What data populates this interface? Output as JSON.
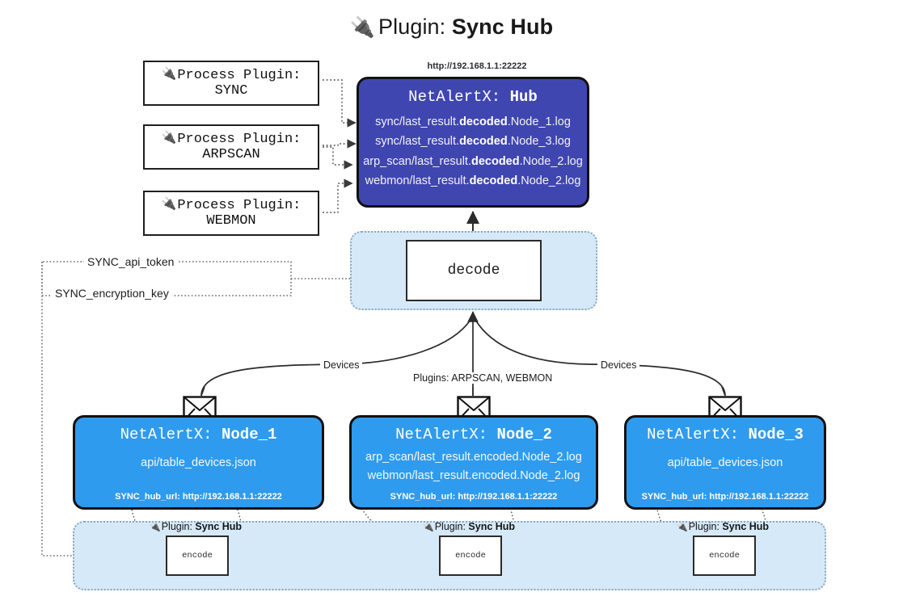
{
  "page": {
    "title_icon": "plug-icon",
    "title_prefix": "Plugin:",
    "title_name": "Sync Hub"
  },
  "colors": {
    "hub_fill": "#4046b0",
    "node_fill": "#2f9bee",
    "zone_fill": "#d6e9f8",
    "zone_border": "#8aa9c0",
    "stroke": "#111111",
    "background": "#ffffff"
  },
  "process_plugins": [
    {
      "icon": "plug-icon",
      "line1": "Process Plugin:",
      "line2": "SYNC"
    },
    {
      "icon": "plug-icon",
      "line1": "Process Plugin:",
      "line2": "ARPSCAN"
    },
    {
      "icon": "plug-icon",
      "line1": "Process Plugin:",
      "line2": "WEBMON"
    }
  ],
  "hub": {
    "url": "http://192.168.1.1:22222",
    "title_prefix": "NetAlertX:",
    "title_name": "Hub",
    "lines": [
      {
        "pre": "sync/last_result.",
        "strong": "decoded",
        "post": ".Node_1.log"
      },
      {
        "pre": "sync/last_result.",
        "strong": "decoded",
        "post": ".Node_3.log"
      },
      {
        "pre": "arp_scan/last_result.",
        "strong": "decoded",
        "post": ".Node_2.log"
      },
      {
        "pre": "webmon/last_result.",
        "strong": "decoded",
        "post": ".Node_2.log"
      }
    ]
  },
  "decode": {
    "label": "decode"
  },
  "secrets": [
    {
      "label": "SYNC_api_token"
    },
    {
      "label": "SYNC_encryption_key"
    }
  ],
  "edge_labels": {
    "devices_left": "Devices",
    "devices_right": "Devices",
    "plugins_center": "Plugins: ARPSCAN, WEBMON"
  },
  "nodes": [
    {
      "icon": "envelope-icon",
      "title_prefix": "NetAlertX:",
      "title_name": "Node_1",
      "lines": [
        "api/table_devices.json"
      ],
      "footer": "SYNC_hub_url: http://192.168.1.1:22222"
    },
    {
      "icon": "envelope-icon",
      "title_prefix": "NetAlertX:",
      "title_name": "Node_2",
      "lines": [
        "arp_scan/last_result.encoded.Node_2.log",
        "webmon/last_result.encoded.Node_2.log"
      ],
      "footer": "SYNC_hub_url: http://192.168.1.1:22222"
    },
    {
      "icon": "envelope-icon",
      "title_prefix": "NetAlertX:",
      "title_name": "Node_3",
      "lines": [
        "api/table_devices.json"
      ],
      "footer": "SYNC_hub_url: http://192.168.1.1:22222"
    }
  ],
  "encoders": [
    {
      "icon": "plug-icon",
      "label_prefix": "Plugin:",
      "label_name": "Sync Hub",
      "box_label": "encode"
    },
    {
      "icon": "plug-icon",
      "label_prefix": "Plugin:",
      "label_name": "Sync Hub",
      "box_label": "encode"
    },
    {
      "icon": "plug-icon",
      "label_prefix": "Plugin:",
      "label_name": "Sync Hub",
      "box_label": "encode"
    }
  ]
}
